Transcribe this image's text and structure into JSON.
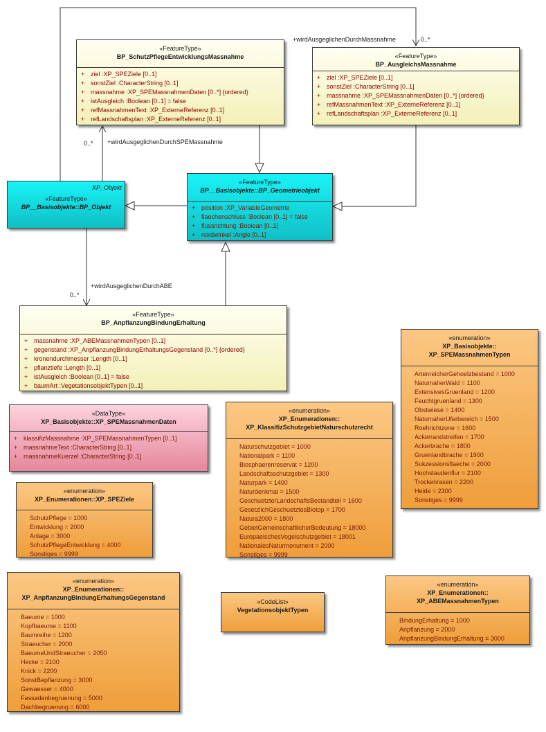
{
  "diagram": {
    "classes": {
      "schutzpflege": {
        "stereotype": "«FeatureType»",
        "name": "BP_SchutzPflegeEntwicklungsMassnahme",
        "attributes": [
          {
            "vis": "+",
            "text": "ziel  :XP_SPEZiele [0..1]"
          },
          {
            "vis": "+",
            "text": "sonstZiel  :CharacterString [0..1]"
          },
          {
            "vis": "+",
            "text": "massnahme  :XP_SPEMassnahmenDaten [0..*] {ordered}"
          },
          {
            "vis": "+",
            "text": "istAusgleich  :Boolean [0..1] = false"
          },
          {
            "vis": "+",
            "text": "refMassnahmenText  :XP_ExterneReferenz [0..1]"
          },
          {
            "vis": "+",
            "text": "refLandschaftsplan  :XP_ExterneReferenz [0..1]"
          }
        ]
      },
      "ausgleich": {
        "stereotype": "«FeatureType»",
        "name": "BP_AusgleichsMassnahme",
        "attributes": [
          {
            "vis": "+",
            "text": "ziel  :XP_SPEZiele [0..1]"
          },
          {
            "vis": "+",
            "text": "sonstZiel  :CharacterString [0..1]"
          },
          {
            "vis": "+",
            "text": "massnahme  :XP_SPEMassnahmenDaten [0..*] {ordered}"
          },
          {
            "vis": "+",
            "text": "refMassnahmenText  :XP_ExterneReferenz [0..1]"
          },
          {
            "vis": "+",
            "text": "refLandschaftsplan  :XP_ExterneReferenz [0..1]"
          }
        ]
      },
      "bpobjekt": {
        "tag": "XP_Objekt",
        "stereotype": "«FeatureType»",
        "name": "BP__Basisobjekte::BP_Objekt"
      },
      "geometrie": {
        "stereotype": "«FeatureType»",
        "name": "BP__Basisobjekte::BP_Geometrieobjekt",
        "attributes": [
          {
            "vis": "+",
            "text": "position  :XP_VariableGeometrie"
          },
          {
            "vis": "+",
            "text": "flaechenschluss  :Boolean [0..1] = false"
          },
          {
            "vis": "+",
            "text": "flussrichtung  :Boolean [0..1]"
          },
          {
            "vis": "+",
            "text": "nordwinkel  :Angle [0..1]"
          }
        ]
      },
      "anpflanzung": {
        "stereotype": "«FeatureType»",
        "name": "BP_AnpflanzungBindungErhaltung",
        "attributes": [
          {
            "vis": "+",
            "text": "massnahme  :XP_ABEMassnahmenTypen [0..1]"
          },
          {
            "vis": "+",
            "text": "gegenstand  :XP_AnpflanzungBindungErhaltungsGegenstand [0..*] {ordered}"
          },
          {
            "vis": "+",
            "text": "kronendurchmesser  :Length [0..1]"
          },
          {
            "vis": "+",
            "text": "pflanztiefe  :Length [0..1]"
          },
          {
            "vis": "+",
            "text": "istAusgleich  :Boolean [0..1] = false"
          },
          {
            "vis": "+",
            "text": "baumArt  :VegetationsobjektTypen [0..1]"
          }
        ]
      },
      "massnahmendaten": {
        "stereotype": "«DataType»",
        "name": "XP_Basisobjekte::XP_SPEMassnahmenDaten",
        "attributes": [
          {
            "vis": "+",
            "text": "klassifizMassnahme  :XP_SPEMassnahmenTypen [0..1]"
          },
          {
            "vis": "+",
            "text": "massnahmeText  :CharacterString [0..1]"
          },
          {
            "vis": "+",
            "text": "massnahmeKuerzel  :CharacterString [0..1]"
          }
        ]
      },
      "spemassnahmentypen": {
        "stereotype": "«enumeration»",
        "name_line1": "XP_Basisobjekte::",
        "name_line2": "XP_SPEMassnahmenTypen",
        "literals": [
          "ArtenreicherGehoelzbestand = 1000",
          "NaturnaherWald = 1100",
          "ExtensivesGruenland = 1200",
          "Feuchtgruenland = 1300",
          "Obstwiese = 1400",
          "NaturnaherUferbereich = 1500",
          "Roehrichtzone = 1600",
          "Ackerrandstreifen = 1700",
          "Ackerbrache = 1800",
          "Gruenlandbrache = 1900",
          "Sukzessionsflaeche = 2000",
          "Hochstaudenflur = 2100",
          "Trockenrasen = 2200",
          "Heide = 2300",
          "Sonstiges = 9999"
        ]
      },
      "klassifiz": {
        "stereotype": "«enumeration»",
        "name_line1": "XP_Enumerationen::",
        "name_line2": "XP_KlassifizSchutzgebietNaturschutzrecht",
        "literals": [
          "Naturschutzgebiet = 1000",
          "Nationalpark = 1100",
          "Biosphaerenreservat = 1200",
          "Landschaftsschutzgebiet = 1300",
          "Naturpark = 1400",
          "Naturdenkmal = 1500",
          "GeschuetzterLandschaftsBestandteil = 1600",
          "GesetzlichGeschuetztesBiotop = 1700",
          "Natura2000 = 1800",
          "GebietGemeinschaftlicherBedeutung = 18000",
          "EuropaeischesVogelschutzgebiet = 18001",
          "NationalesNaturmonument = 2000",
          "Sonstiges = 9999"
        ]
      },
      "spezziele": {
        "stereotype": "«enumeration»",
        "name": "XP_Enumerationen::XP_SPEZiele",
        "literals": [
          "SchutzPflege = 1000",
          "Entwicklung = 2000",
          "Anlage = 3000",
          "SchutzPflegeEntwicklung = 4000",
          "Sonstiges = 9999"
        ]
      },
      "gegenstand": {
        "stereotype": "«enumeration»",
        "name_line1": "XP_Enumerationen::",
        "name_line2": "XP_AnpflanzungBindungErhaltungsGegenstand",
        "literals": [
          "Baeume = 1000",
          "Kopfbaeume = 1100",
          "Baumreihe = 1200",
          "Straeucher = 2000",
          "BaeumeUndStraeucher = 2050",
          "Hecke = 2100",
          "Knick = 2200",
          "SonstBepflanzung = 3000",
          "Gewaesser = 4000",
          "Fassadenbegruenung = 5000",
          "Dachbegruenung = 6000"
        ]
      },
      "vegetation": {
        "stereotype": "«CodeList»",
        "name": "VegetationsobjektTypen"
      },
      "abetypen": {
        "stereotype": "«enumeration»",
        "name_line1": "XP_Enumerationen::",
        "name_line2": "XP_ABEMassnahmenTypen",
        "literals": [
          "BindungErhaltung = 1000",
          "Anpflanzung = 2000",
          "AnpflanzungBindungErhaltung = 3000"
        ]
      }
    },
    "associations": {
      "ausgleich_role": "+wirdAusgeglichenDurchMassnahme",
      "ausgleich_mult": "0..*",
      "spe_role": "+wirdAusgeglichenDurchSPEMassnahme",
      "spe_mult": "0..*",
      "abe_role": "+wirdAusgeglichenDurchABE",
      "abe_mult": "0..*"
    }
  }
}
